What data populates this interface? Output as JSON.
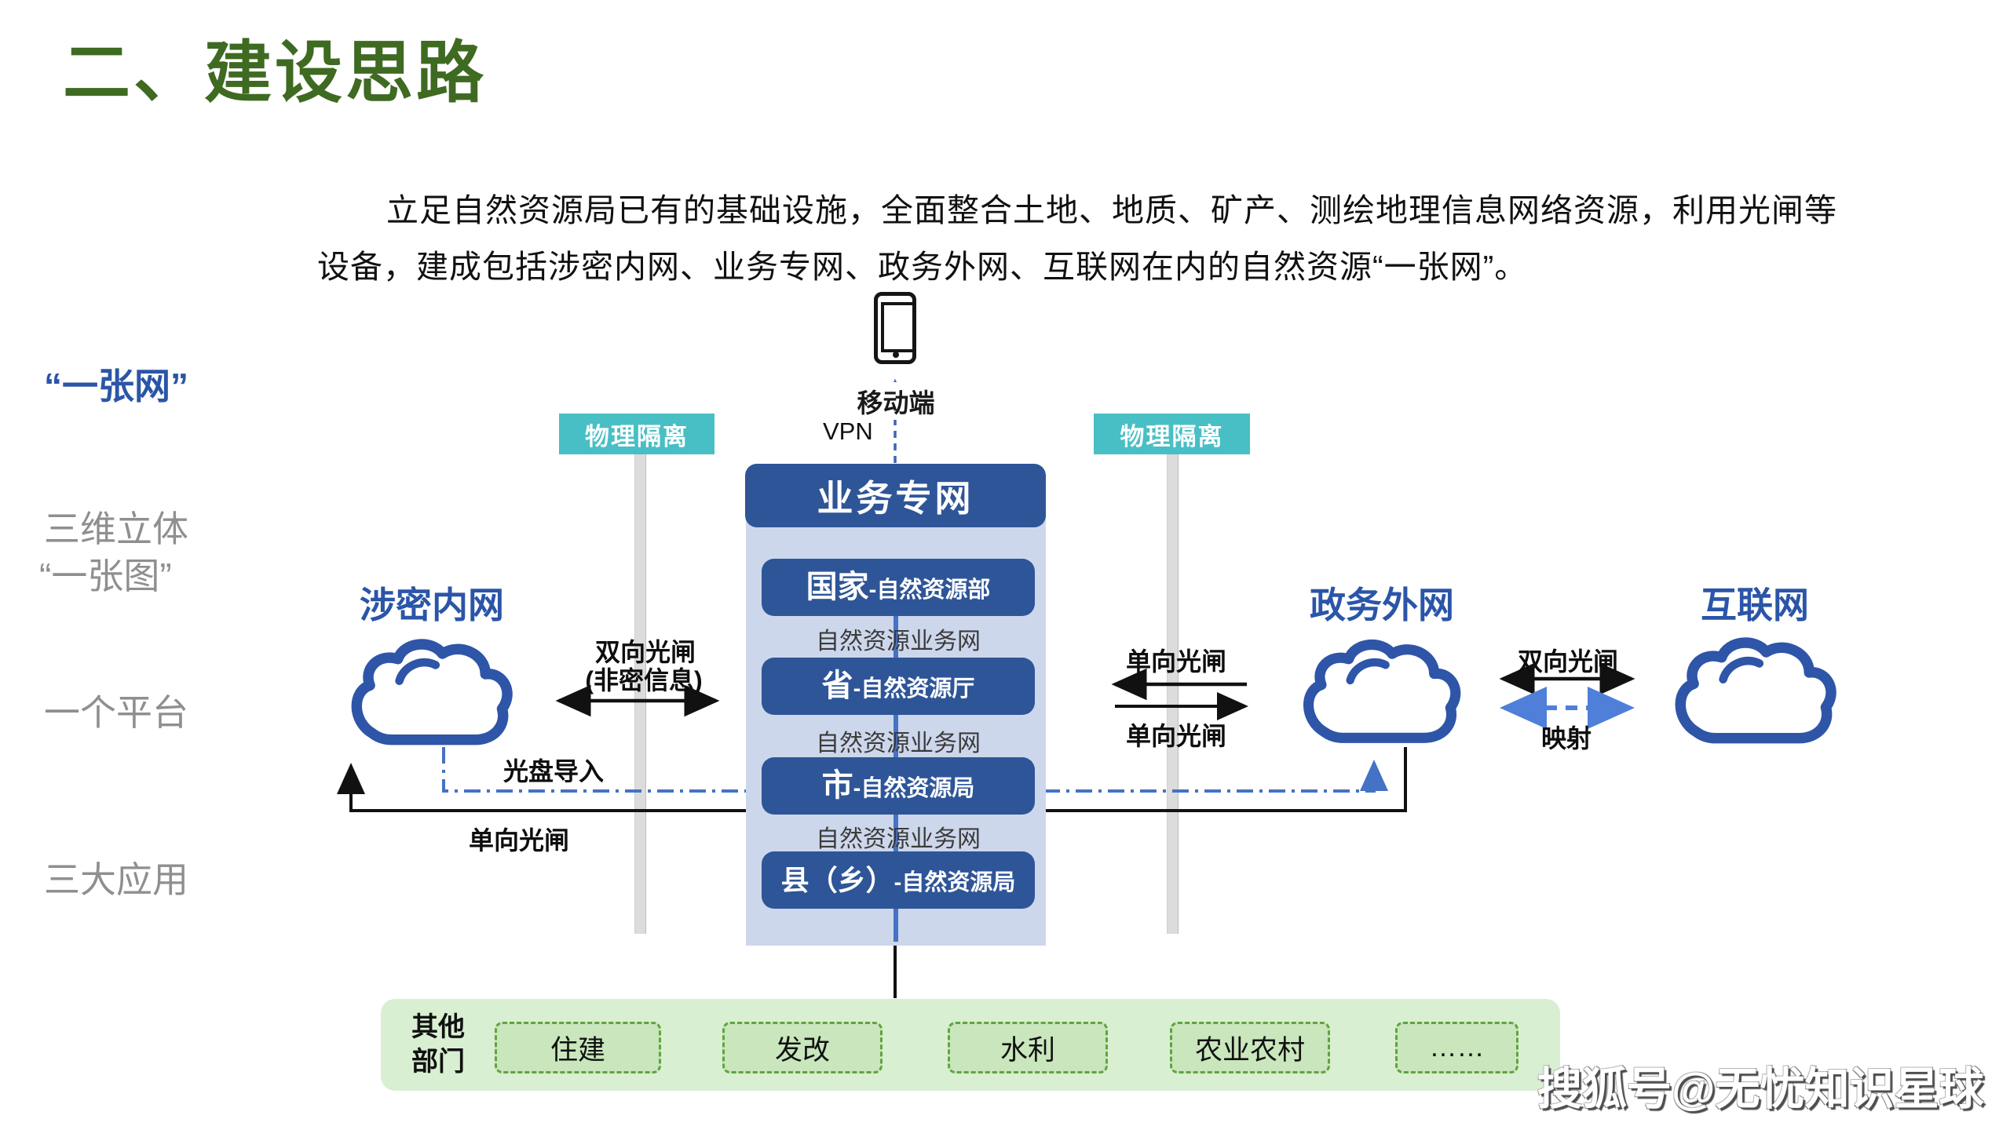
{
  "page": {
    "title": "二、建设思路",
    "intro_line1": "立足自然资源局已有的基础设施，全面整合土地、地质、矿产、测绘地理信息网络资源，利用光闸等",
    "intro_line2": "设备，建成包括涉密内网、业务专网、政务外网、互联网在内的自然资源“一张网”。",
    "watermark": "搜狐号@无忧知识星球"
  },
  "sidebar": {
    "items": [
      {
        "label": "“一张网”"
      },
      {
        "label": "三维立体"
      },
      {
        "label": "“一张图”"
      },
      {
        "label": "一个平台"
      },
      {
        "label": "三大应用"
      }
    ]
  },
  "diagram": {
    "mobile": {
      "label": "移动端",
      "vpn": "VPN"
    },
    "isolation": {
      "left": "物理隔离",
      "right": "物理隔离"
    },
    "clouds": {
      "left": "涉密内网",
      "middle": "政务外网",
      "right": "互联网"
    },
    "private_network": {
      "title": "业务专网",
      "link_label": "自然资源业务网",
      "levels": [
        {
          "name": "国家",
          "org": "-自然资源部"
        },
        {
          "name": "省",
          "org": "-自然资源厅"
        },
        {
          "name": "市",
          "org": "-自然资源局"
        },
        {
          "name": "县（乡）",
          "org": "-自然资源局"
        }
      ]
    },
    "links": {
      "left_bidi": "双向光闸",
      "left_bidi_note": "(非密信息)",
      "disc_import": "光盘导入",
      "one_way_bottom": "单向光闸",
      "right_up": "单向光闸",
      "right_down": "单向光闸",
      "far_bidi": "双向光闸",
      "mapping": "映射"
    },
    "other_depts": {
      "label": "其他\n部门",
      "items": [
        "住建",
        "发改",
        "水利",
        "农业农村",
        "……"
      ]
    }
  },
  "colors": {
    "title_green": "#3f6a21",
    "accent_blue": "#2b55a7",
    "navy_box": "#2e5597",
    "panel_blue": "#cdd7ec",
    "teal": "#48bfc4",
    "green_panel": "#d9efd2",
    "green_box": "#c9e6bc",
    "green_border": "#61a33e",
    "dash_blue": "#4472c4"
  }
}
